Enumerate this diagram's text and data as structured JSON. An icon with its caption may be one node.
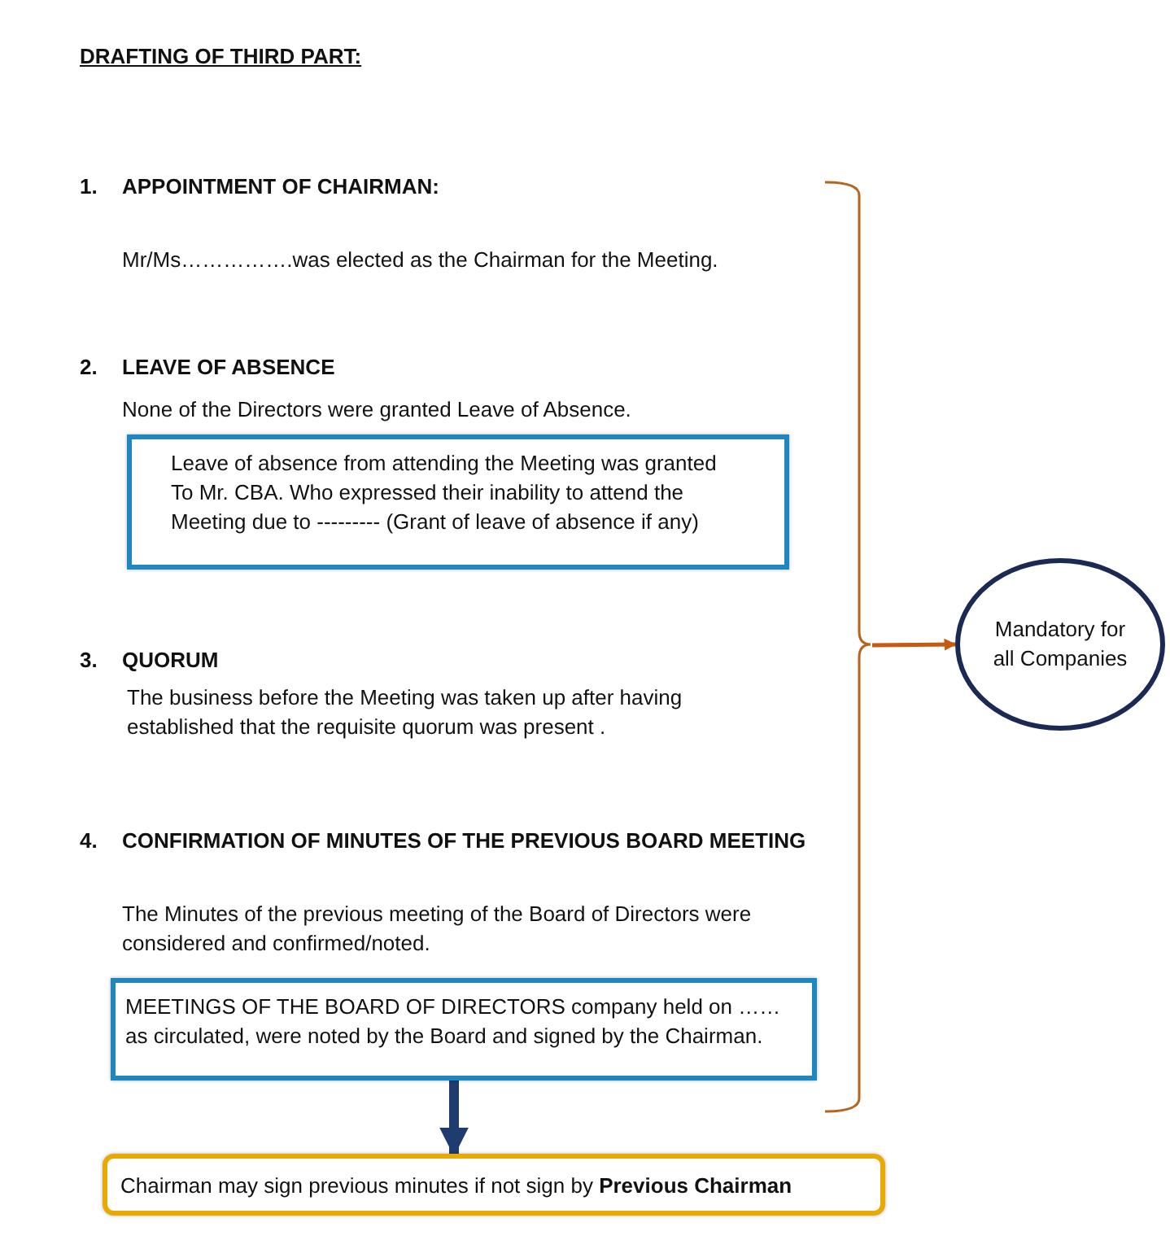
{
  "diagram": {
    "title": "DRAFTING OF THIRD PART:",
    "nodes": [
      {
        "text": [
          "Leave of absence from attending the Meeting was granted To Mr. CBA. Who expressed their inability to attend the Meeting due to --------- (Grant of leave of absence if any)"
        ]
      },
      {
        "text": [
          "MEETINGS OF THE BOARD OF DIRECTORS company held on …… as circulated, were noted by the Board and signed by the Chairman."
        ]
      },
      {
        "text": [
          "Chairman may sign previous minutes if not sign by **Previous Chairman**"
        ]
      },
      {
        "text": [
          "Mandatory for all Companies"
        ]
      },
      {
        "text": [],
        "shape": "bracket"
      }
    ],
    "edges": [
      {
        "from": 1,
        "to": 2,
        "arrow": "to",
        "style": "thick",
        "color": "#1f3c6e"
      },
      {
        "from": 4,
        "to": 3,
        "arrow": "to",
        "color": "#c55a11"
      }
    ],
    "labels": [
      "1.",
      "APPOINTMENT OF CHAIRMAN:",
      "Mr/Ms…………….was elected as the Chairman for the Meeting.",
      "2.",
      "LEAVE OF ABSENCE",
      "None of the Directors were granted Leave of Absence.",
      "3.",
      "QUORUM",
      "The business before the Meeting was taken up after having established that the requisite quorum was present .",
      "4.",
      "CONFIRMATION OF MINUTES OF THE PREVIOUS BOARD MEETING",
      "The Minutes of the previous meeting of the Board of Directors were considered and confirmed/noted."
    ]
  }
}
